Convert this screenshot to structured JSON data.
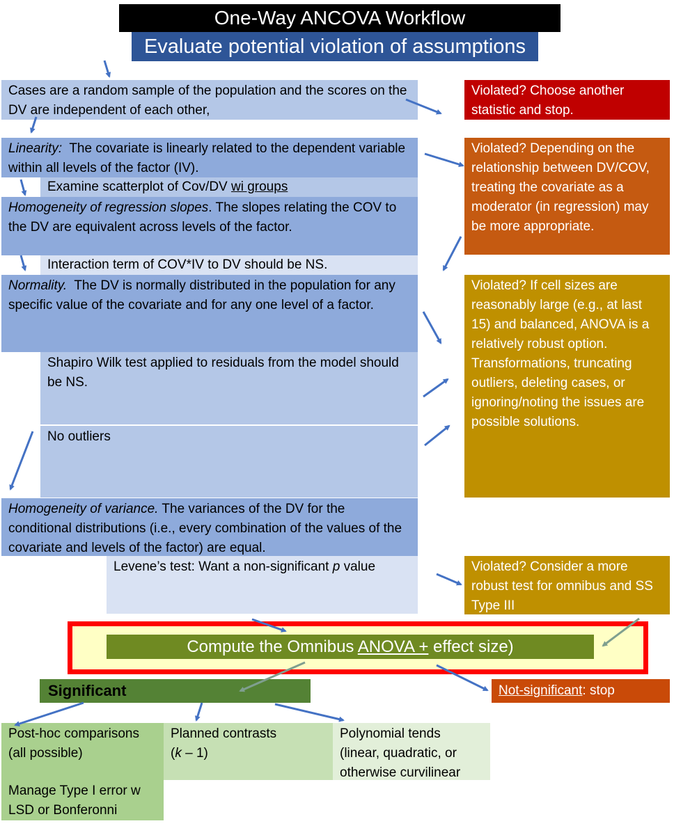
{
  "title": "One-Way ANCOVA Workflow",
  "subtitle": "Evaluate potential violation of assumptions",
  "assumptions": {
    "independence": "Cases are a random sample of the population and the scores on the DV are independent of each other,",
    "linearity_label": "Linearity:",
    "linearity_text": "The covariate is linearly related to the dependent variable within all levels of the factor (IV).",
    "scatter_prefix": "Examine scatterplot of Cov/DV ",
    "scatter_underlined": "wi groups",
    "homog_slopes_label": "Homogeneity of regression slopes",
    "homog_slopes_text": ". The slopes relating the COV to the DV are equivalent across levels of the factor.",
    "interaction": "Interaction term of COV*IV to DV should be NS.",
    "normality_label": "Normality.",
    "normality_text": "The DV is normally distributed in the population for any specific value of the covariate and for any one level of a factor.",
    "shapiro": "Shapiro Wilk test applied to residuals from the model should be NS.",
    "outliers": "No outliers",
    "homog_var_label": "Homogeneity of variance.",
    "homog_var_text": "The variances of the DV for the conditional distributions (i.e., every combination of the values of the covariate and levels of the factor) are equal.",
    "levene_prefix": "Levene’s test:  Want a non-significant ",
    "levene_p": "p",
    "levene_suffix": " value"
  },
  "violations": {
    "v1": "Violated?  Choose another statistic and stop.",
    "v2": "Violated? Depending on the relationship between DV/COV, treating the covariate as a moderator (in regression) may be more appropriate.",
    "v3": "Violated?  If cell sizes are reasonably large (e.g., at last 15) and balanced,  ANOVA is a relatively robust option. Transformations, truncating outliers, deleting cases, or ignoring/noting the issues are possible solutions.",
    "v4": "Violated?  Consider a more robust test for omnibus and SS Type III"
  },
  "omnibus": {
    "prefix": "Compute the Omnibus ",
    "underlined": "ANOVA  +",
    "suffix": " effect size)"
  },
  "significant": "Significant",
  "not_significant": {
    "underlined": "Not-significant",
    "suffix": ":  stop"
  },
  "followups": {
    "posthoc": "Post-hoc comparisons (all possible)",
    "planned_line1": "Planned contrasts",
    "planned_k": "k",
    "planned_rest": " – 1)",
    "planned_open": "(",
    "polynomial": "Polynomial tends (linear, quadratic, or otherwise curvilinear",
    "manage": "Manage Type I error w LSD or Bonferonni"
  },
  "colors": {
    "title_bg": "#000000",
    "subtitle_bg": "#2e5597",
    "box_mid": "#8eaadb",
    "box_light": "#b4c7e7",
    "box_pale": "#d9e2f3",
    "violation_red": "#c00000",
    "violation_orange": "#c55a11",
    "violation_gold": "#bf9000",
    "omnibus_frame": "#ff0000",
    "omnibus_fill": "#ffffc5",
    "omnibus_bar": "#6f8a22",
    "significant_bg": "#548235",
    "not_significant_bg": "#c94a08",
    "arrow": "#4472c4"
  }
}
